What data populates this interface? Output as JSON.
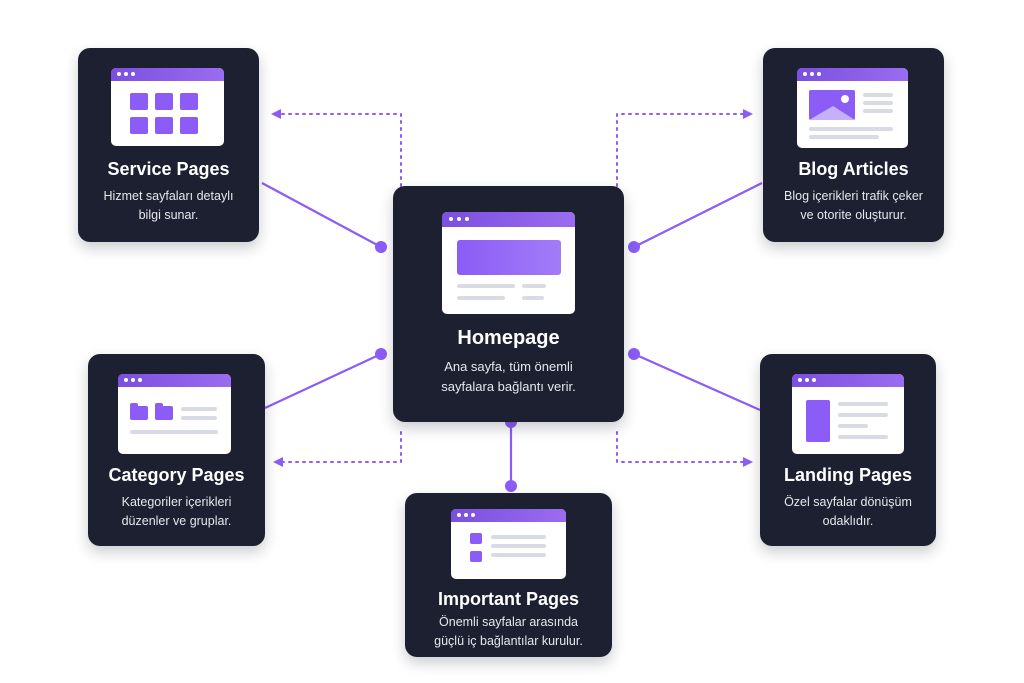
{
  "homepage": {
    "title": "Homepage",
    "desc_line1": "Ana sayfa, tüm önemli",
    "desc_line2": "sayfalara bağlantı verir."
  },
  "service_pages": {
    "title": "Service Pages",
    "desc_line1": "Hizmet sayfaları detaylı",
    "desc_line2": "bilgi sunar."
  },
  "blog_articles": {
    "title": "Blog Articles",
    "desc_line1": "Blog içerikleri trafik çeker",
    "desc_line2": "ve otorite oluşturur."
  },
  "category_pages": {
    "title": "Category Pages",
    "desc_line1": "Kategoriler içerikleri",
    "desc_line2": "düzenler ve gruplar."
  },
  "landing_pages": {
    "title": "Landing Pages",
    "desc_line1": "Özel sayfalar dönüşüm",
    "desc_line2": "odaklıdır."
  },
  "important_pages": {
    "title": "Important Pages",
    "desc_line1": "Önemli sayfalar arasında",
    "desc_line2": "güçlü iç bağlantılar kurulur."
  },
  "colors": {
    "card_bg": "#1c2030",
    "accent": "#8b5cf6",
    "connector": "#8b5cf6",
    "background": "#ffffff"
  },
  "icons": {
    "homepage": "browser-hero-icon",
    "service_pages": "browser-grid-icon",
    "blog_articles": "browser-image-article-icon",
    "category_pages": "browser-folders-icon",
    "landing_pages": "browser-landing-icon",
    "important_pages": "browser-list-icon"
  }
}
